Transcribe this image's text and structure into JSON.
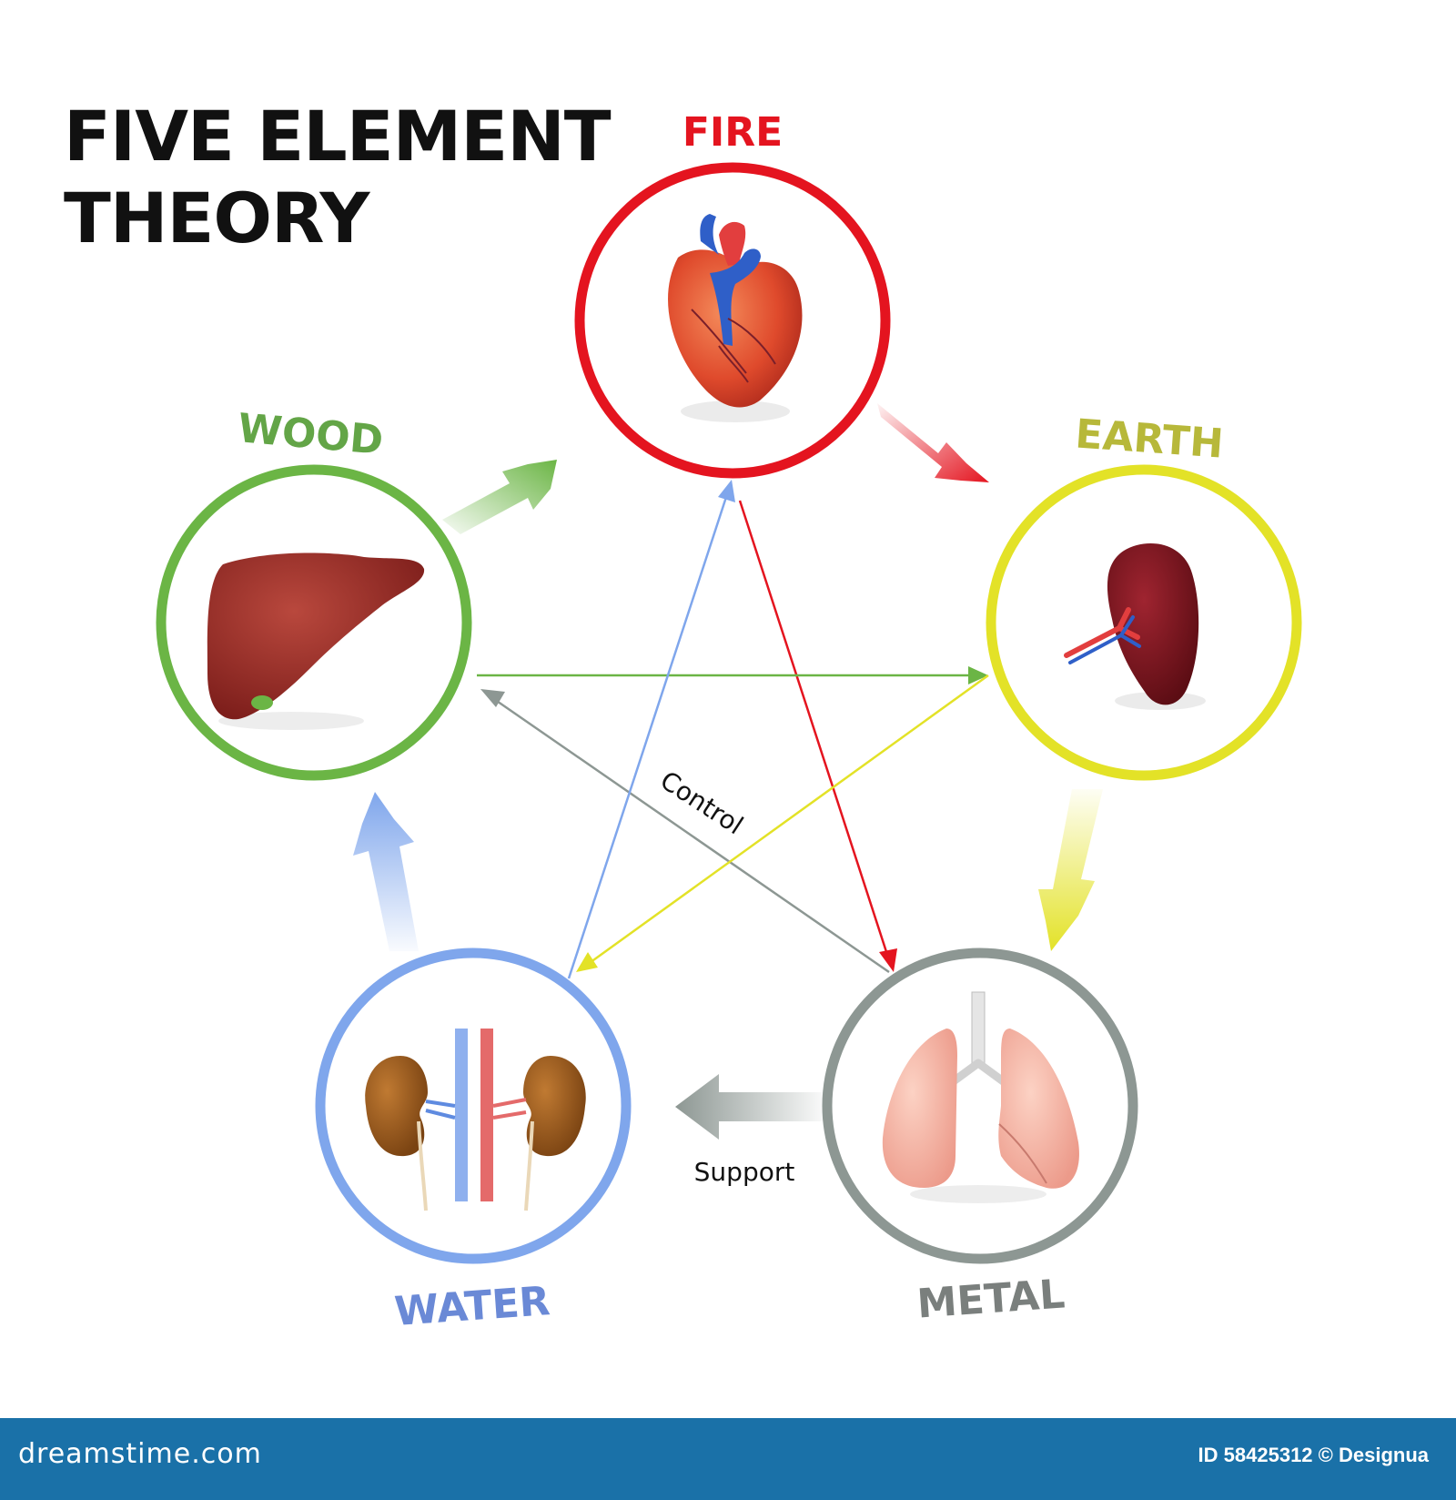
{
  "title": {
    "line1": "FIVE ELEMENT",
    "line2": "THEORY"
  },
  "elements": [
    {
      "key": "fire",
      "label": "FIRE",
      "organ": "heart",
      "color": "#e4141f"
    },
    {
      "key": "earth",
      "label": "EARTH",
      "organ": "spleen",
      "color": "#e3e227"
    },
    {
      "key": "metal",
      "label": "METAL",
      "organ": "lungs",
      "color": "#8d9793"
    },
    {
      "key": "water",
      "label": "WATER",
      "organ": "kidneys",
      "color": "#7fa6ec"
    },
    {
      "key": "wood",
      "label": "WOOD",
      "organ": "liver",
      "color": "#6bb545"
    }
  ],
  "label_colors": {
    "fire": "#e4141f",
    "earth": "#b7b83a",
    "metal": "#7a7f7d",
    "water": "#6a89d6",
    "wood": "#63a547"
  },
  "cycles": {
    "support_label": "Support",
    "control_label": "Control"
  },
  "footer": {
    "site": "dreamstime.com",
    "id_text": "ID 58425312 © Designua"
  }
}
